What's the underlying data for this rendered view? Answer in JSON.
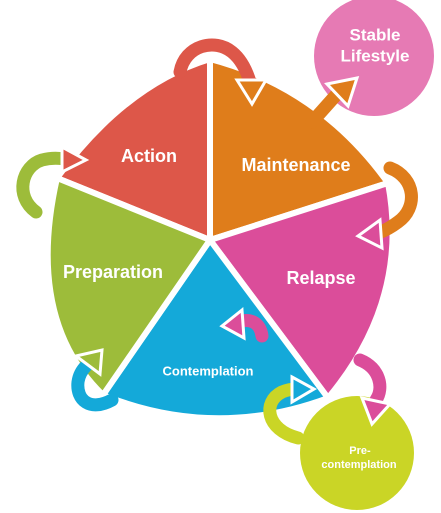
{
  "stages": {
    "action": "Action",
    "maintenance": "Maintenance",
    "relapse": "Relapse",
    "contemplation": "Contemplation",
    "preparation": "Preparation"
  },
  "outcomes": {
    "stable_line1": "Stable",
    "stable_line2": "Lifestyle",
    "precontemplation_line1": "Pre-",
    "precontemplation_line2": "contemplation"
  },
  "colors": {
    "action": "#dd5749",
    "maintenance": "#df7d1b",
    "relapse": "#db4d9a",
    "contemplation": "#14a9d9",
    "preparation": "#9dbc3a",
    "stable_lifestyle": "#e67ab4",
    "precontemplation": "#cad526"
  }
}
